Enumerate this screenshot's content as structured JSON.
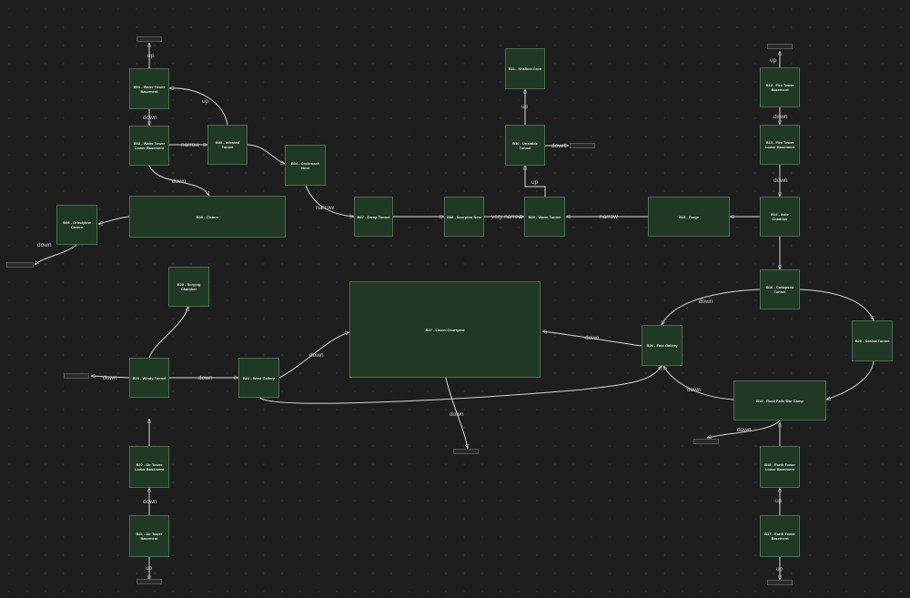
{
  "nodes": [
    {
      "id": "b01",
      "label": "B01 - Water Tower Basement"
    },
    {
      "id": "b02",
      "label": "B02 - Water Tower Lower Basement"
    },
    {
      "id": "b03",
      "label": "B03 - Infested Tunnel"
    },
    {
      "id": "b04",
      "label": "B04 - Cockroach Nest"
    },
    {
      "id": "b05",
      "label": "B05 - Cistern"
    },
    {
      "id": "b06",
      "label": "B06 - Grindylow Cavern"
    },
    {
      "id": "b07",
      "label": "B07 - Damp Tunnel"
    },
    {
      "id": "b08",
      "label": "B08 - Scorpion Nest"
    },
    {
      "id": "b09",
      "label": "B09 - Warm Tunnel"
    },
    {
      "id": "b10",
      "label": "B10 - Unstable Tunnel"
    },
    {
      "id": "b11",
      "label": "B11 - Shallow Cave"
    },
    {
      "id": "b12",
      "label": "B12 - Fire Tower Basement"
    },
    {
      "id": "b13",
      "label": "B13 - Fire Tower Lower Basement"
    },
    {
      "id": "b14",
      "label": "B14 - Ante Chamber"
    },
    {
      "id": "b15",
      "label": "B15 - Forge"
    },
    {
      "id": "b16",
      "label": "B16 - Collapsed Tunnel"
    },
    {
      "id": "b17",
      "label": "B17 - Earth Tower Basement"
    },
    {
      "id": "b18",
      "label": "B18 - Earth Tower Lower Basement"
    },
    {
      "id": "b19",
      "label": "B19 - Rock Falls War Camp"
    },
    {
      "id": "b20",
      "label": "B20 - Sealed Tunnel"
    },
    {
      "id": "b21",
      "label": "B21 - Air Tower Basement"
    },
    {
      "id": "b22",
      "label": "B22 - Air Tower Lower Basement"
    },
    {
      "id": "b23",
      "label": "B23 - Windy Tunnel"
    },
    {
      "id": "b24",
      "label": "B24 - West Gallery"
    },
    {
      "id": "b25",
      "label": "B25 - Scrying Chamber"
    },
    {
      "id": "b26",
      "label": "B26 - East Gallery"
    },
    {
      "id": "b27",
      "label": "B27 - Lower Courtyard"
    }
  ],
  "edge_labels": {
    "up": "up",
    "down": "down",
    "narrow": "narrow",
    "very_narrow": "very narrow"
  },
  "colors": {
    "background": "#1e1e1e",
    "node_fill": "#203826",
    "node_border": "#4c6d50",
    "edge": "#d8d8d8",
    "text": "#e6e6e6"
  }
}
